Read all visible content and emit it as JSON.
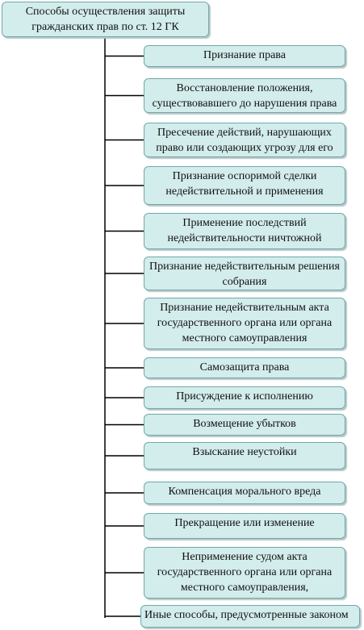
{
  "root": {
    "label": "Способы осуществления защиты гражданских прав по ст. 12 ГК"
  },
  "items": [
    {
      "label": "Признание права"
    },
    {
      "label": "Восстановление положения, существовавшего до нарушения права"
    },
    {
      "label": "Пресечение действий, нарушающих право или создающих угрозу для его"
    },
    {
      "label": "Признание оспоримой сделки недействительной и применения"
    },
    {
      "label": "Применение последствий недействительности ничтожной"
    },
    {
      "label": "Признание недействительным решения собрания"
    },
    {
      "label": "Признание недействительным акта государственного органа или органа местного самоуправления"
    },
    {
      "label": "Самозащита права"
    },
    {
      "label": "Присуждение к исполнению"
    },
    {
      "label": "Возмещение убытков"
    },
    {
      "label": "Взыскание неустойки"
    },
    {
      "label": "Компенсация морального вреда"
    },
    {
      "label": "Прекращение или изменение"
    },
    {
      "label": "Неприменение судом акта государственного органа или органа местного самоуправления,"
    },
    {
      "label": "Иные способы, предусмотренные законом"
    }
  ],
  "colors": {
    "box_fill": "#d3ecec",
    "box_border": "#6fa9ab",
    "line": "#000000"
  }
}
